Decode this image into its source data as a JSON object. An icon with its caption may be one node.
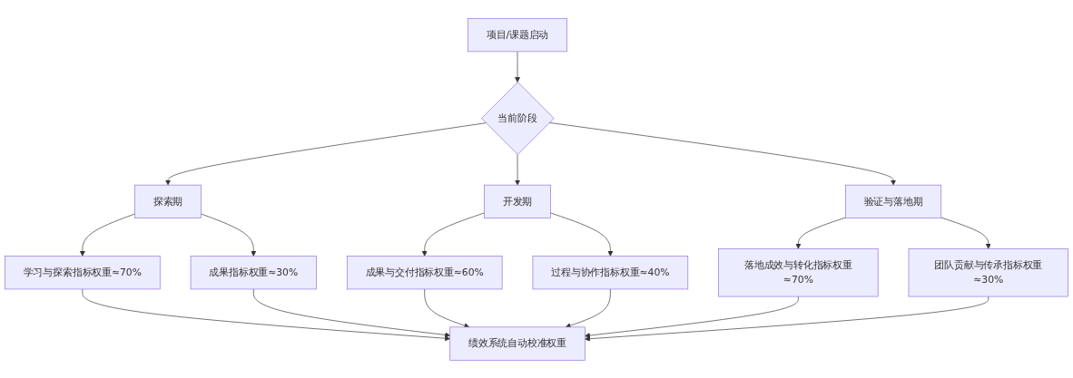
{
  "diagram": {
    "nodes": [
      {
        "text": [
          "项目/课题启动"
        ]
      },
      {
        "text": [
          "当前阶段"
        ]
      },
      {
        "text": [
          "探索期"
        ]
      },
      {
        "text": [
          "开发期"
        ]
      },
      {
        "text": [
          "验证与落地期"
        ]
      },
      {
        "text": [
          "学习与探索指标权重≈70%"
        ]
      },
      {
        "text": [
          "成果指标权重≈30%"
        ]
      },
      {
        "text": [
          "成果与交付指标权重≈60%"
        ]
      },
      {
        "text": [
          "过程与协作指标权重≈40%"
        ]
      },
      {
        "text": [
          "落地成效与转化指标权重≈70%"
        ]
      },
      {
        "text": [
          "团队贡献与传承指标权重≈30%"
        ]
      },
      {
        "text": [
          "绩效系统自动校准权重"
        ]
      }
    ],
    "edges": [
      {
        "from": 0,
        "to": 1,
        "arrow": "to"
      },
      {
        "from": 1,
        "to": 2,
        "arrow": "to"
      },
      {
        "from": 1,
        "to": 3,
        "arrow": "to"
      },
      {
        "from": 1,
        "to": 4,
        "arrow": "to"
      },
      {
        "from": 2,
        "to": 5,
        "arrow": "to"
      },
      {
        "from": 2,
        "to": 6,
        "arrow": "to"
      },
      {
        "from": 3,
        "to": 7,
        "arrow": "to"
      },
      {
        "from": 3,
        "to": 8,
        "arrow": "to"
      },
      {
        "from": 4,
        "to": 9,
        "arrow": "to"
      },
      {
        "from": 4,
        "to": 10,
        "arrow": "to"
      },
      {
        "from": 5,
        "to": 11,
        "arrow": "to"
      },
      {
        "from": 6,
        "to": 11,
        "arrow": "to"
      },
      {
        "from": 7,
        "to": 11,
        "arrow": "to"
      },
      {
        "from": 8,
        "to": 11,
        "arrow": "to"
      },
      {
        "from": 9,
        "to": 11,
        "arrow": "to"
      },
      {
        "from": 10,
        "to": 11,
        "arrow": "to"
      }
    ]
  }
}
